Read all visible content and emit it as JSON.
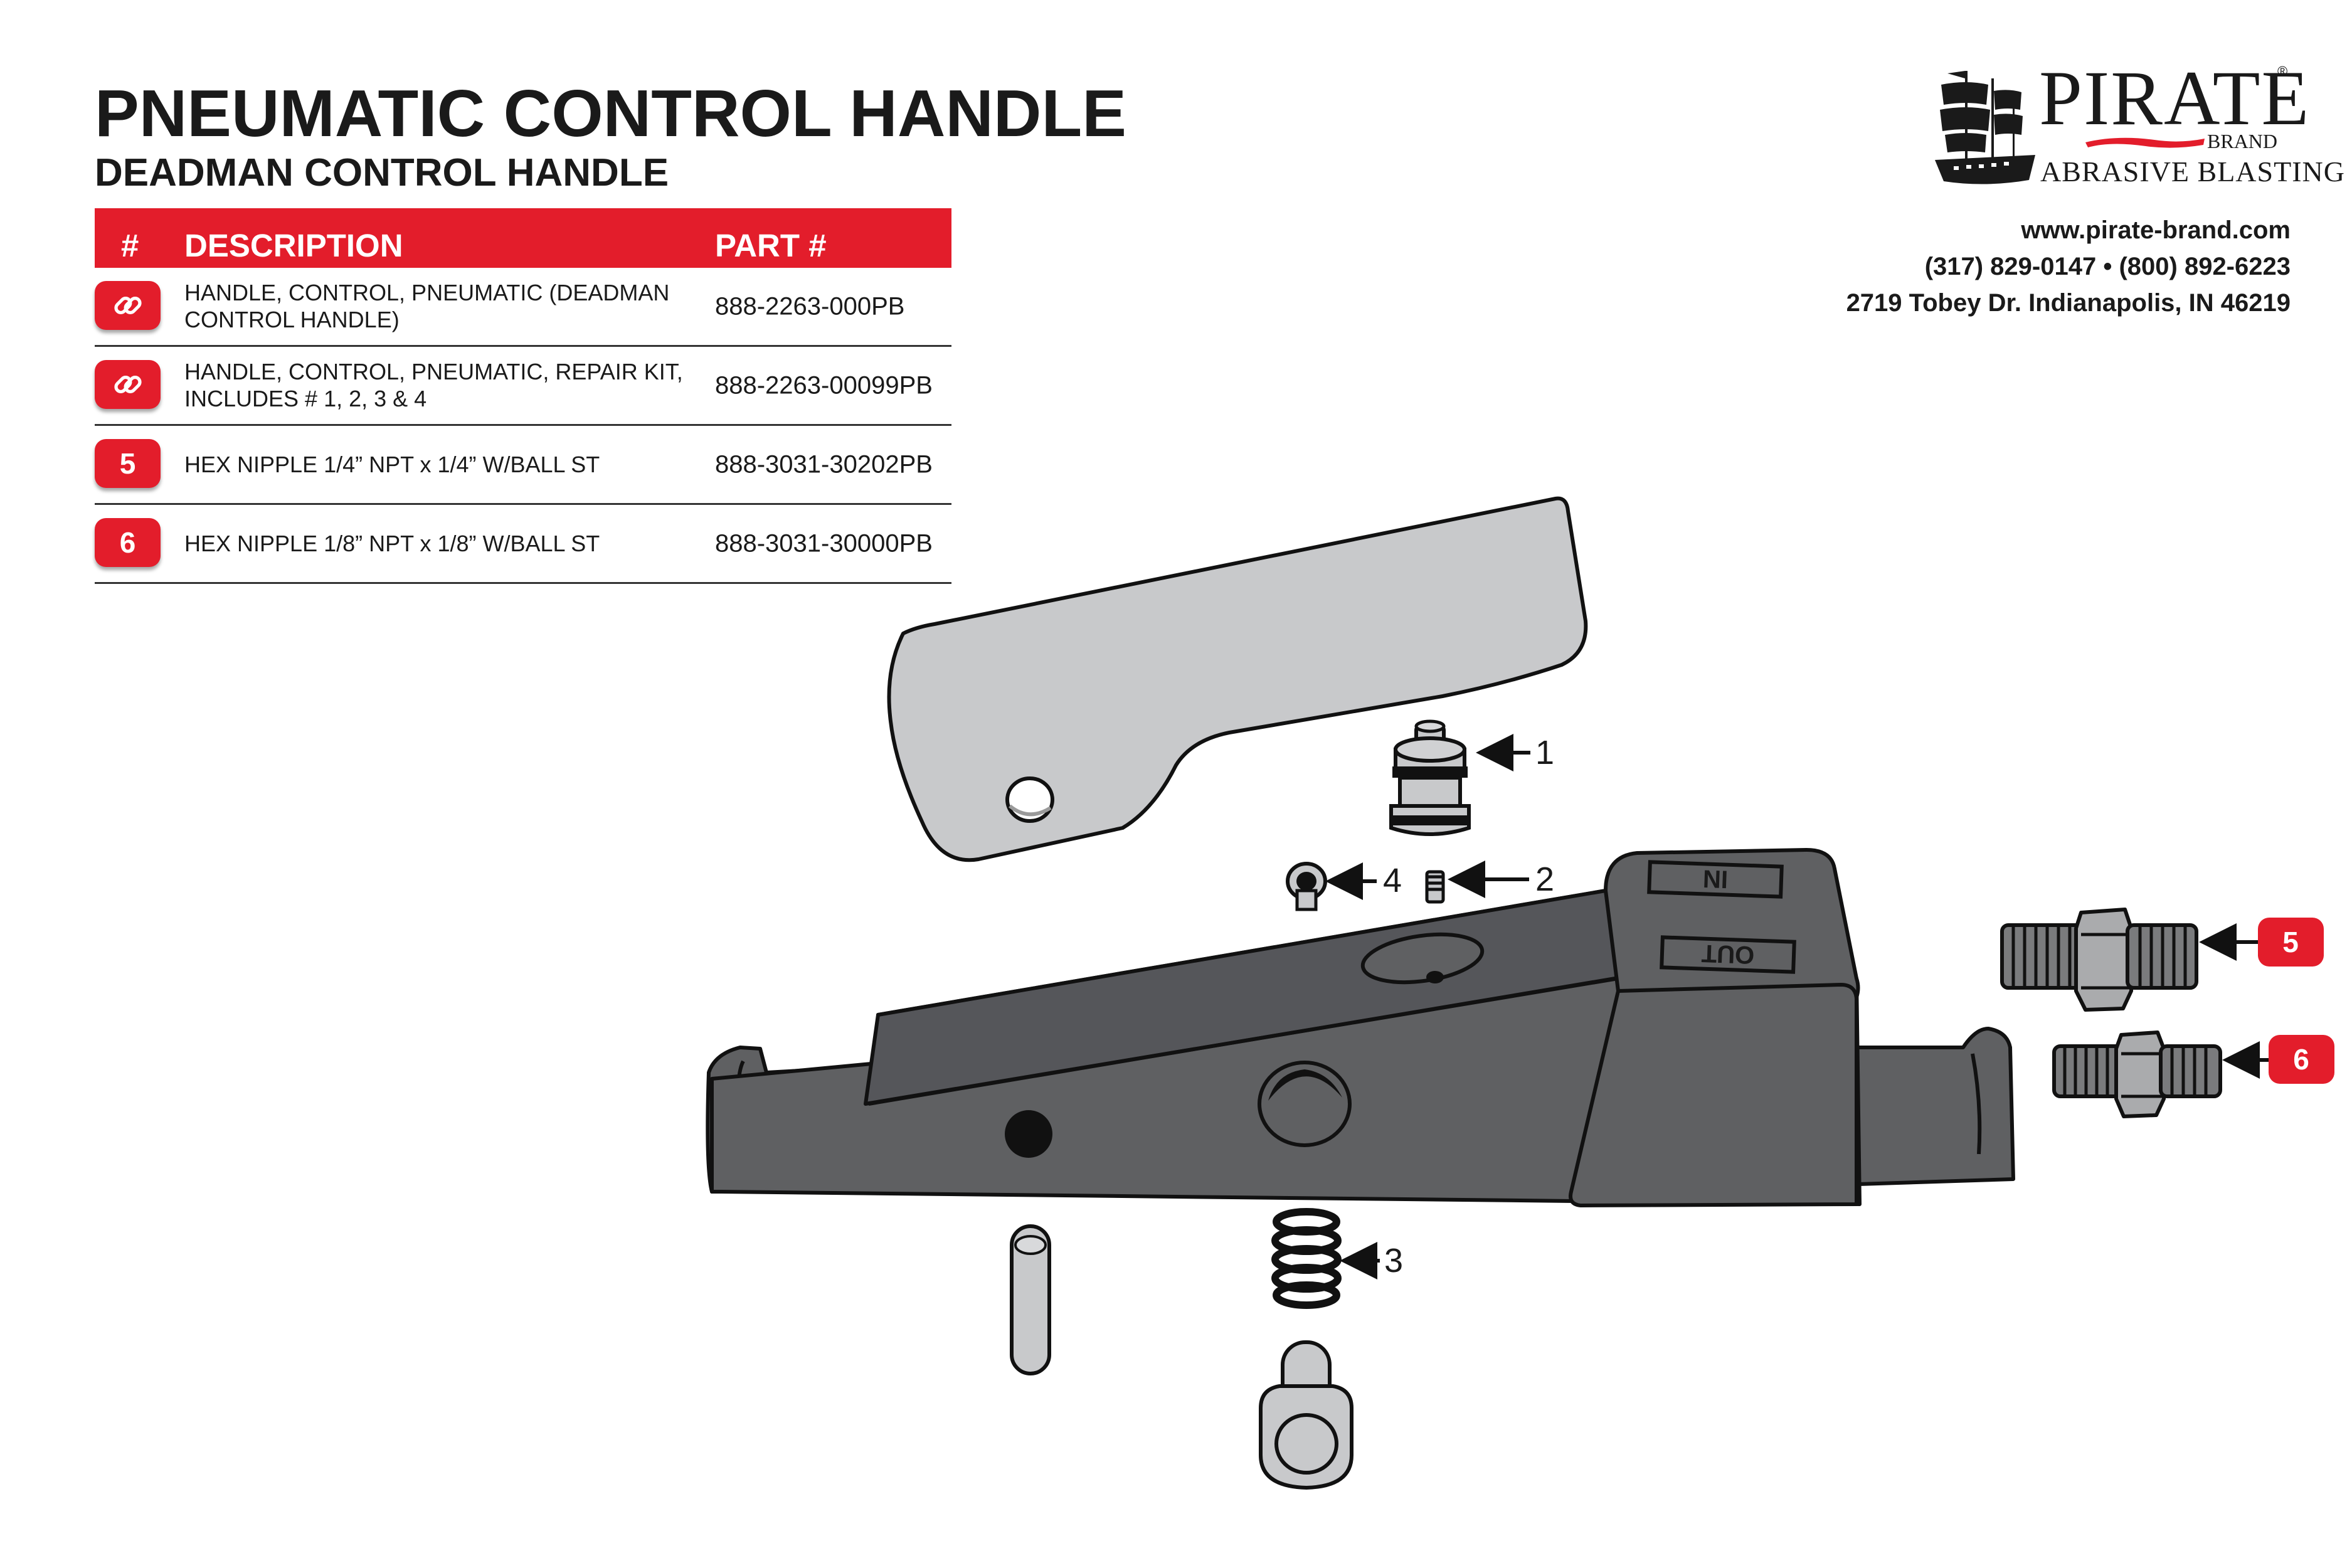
{
  "header": {
    "title": "PNEUMATIC CONTROL HANDLE",
    "subtitle": "DEADMAN CONTROL HANDLE"
  },
  "table": {
    "columns": [
      "#",
      "DESCRIPTION",
      "PART #"
    ],
    "rows": [
      {
        "badge": "link-icon",
        "description": "HANDLE, CONTROL, PNEUMATIC (DEADMAN CONTROL HANDLE)",
        "part": "888-2263-000PB"
      },
      {
        "badge": "link-icon",
        "description": "HANDLE, CONTROL, PNEUMATIC, REPAIR KIT, INCLUDES # 1, 2, 3 & 4",
        "part": "888-2263-00099PB"
      },
      {
        "badge": "5",
        "description": "HEX NIPPLE 1/4” NPT x 1/4” W/BALL ST",
        "part": "888-3031-30202PB"
      },
      {
        "badge": "6",
        "description": "HEX NIPPLE 1/8” NPT x 1/8” W/BALL ST",
        "part": "888-3031-30000PB"
      }
    ]
  },
  "logo": {
    "word": "PIRATE",
    "reg": "®",
    "brand": "BRAND",
    "sub": "ABRASIVE BLASTING"
  },
  "contact": {
    "website": "www.pirate-brand.com",
    "phones": "(317) 829-0147 • (800) 892-6223",
    "address": "2719 Tobey Dr. Indianapolis, IN 46219"
  },
  "diagram": {
    "labels": {
      "p1": "1",
      "p2": "2",
      "p3": "3",
      "p4": "4"
    },
    "callouts": {
      "c5": "5",
      "c6": "6"
    },
    "body_marks": {
      "in": "IN",
      "out": "OUT"
    }
  },
  "colors": {
    "accent_red": "#e31d2b",
    "body_dark": "#5f6062",
    "part_light": "#c8c9cb",
    "outline": "#111111"
  }
}
